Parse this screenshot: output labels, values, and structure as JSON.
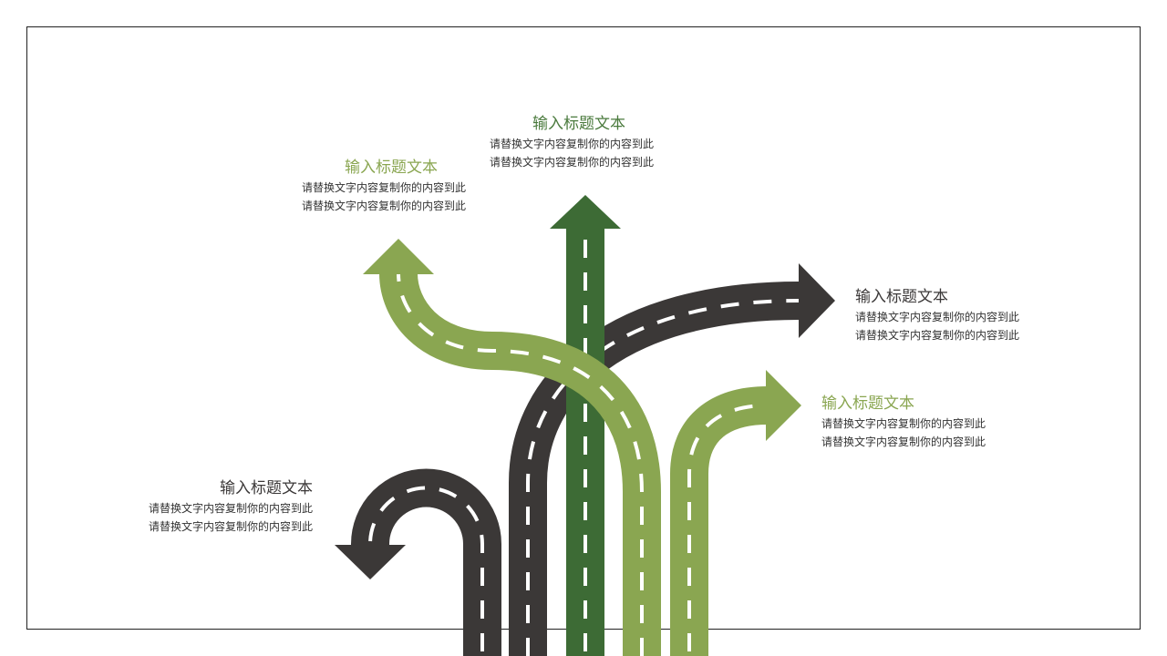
{
  "colors": {
    "dark": "#3b3837",
    "dark_green": "#3d6b35",
    "light_green": "#8aa651",
    "dash": "#ffffff"
  },
  "blocks": [
    {
      "id": "top-center",
      "title": "输入标题文本",
      "line1": "请替换文字内容复制你的内容到此",
      "line2": "请替换文字内容复制你的内容到此",
      "title_color": "#4a7a3d"
    },
    {
      "id": "top-left",
      "title": "输入标题文本",
      "line1": "请替换文字内容复制你的内容到此",
      "line2": "请替换文字内容复制你的内容到此",
      "title_color": "#8aa651"
    },
    {
      "id": "right-upper",
      "title": "输入标题文本",
      "line1": "请替换文字内容复制你的内容到此",
      "line2": "请替换文字内容复制你的内容到此",
      "title_color": "#3b3838"
    },
    {
      "id": "right-lower",
      "title": "输入标题文本",
      "line1": "请替换文字内容复制你的内容到此",
      "line2": "请替换文字内容复制你的内容到此",
      "title_color": "#8aa651"
    },
    {
      "id": "bottom-left",
      "title": "输入标题文本",
      "line1": "请替换文字内容复制你的内容到此",
      "line2": "请替换文字内容复制你的内容到此",
      "title_color": "#3b3838"
    }
  ]
}
